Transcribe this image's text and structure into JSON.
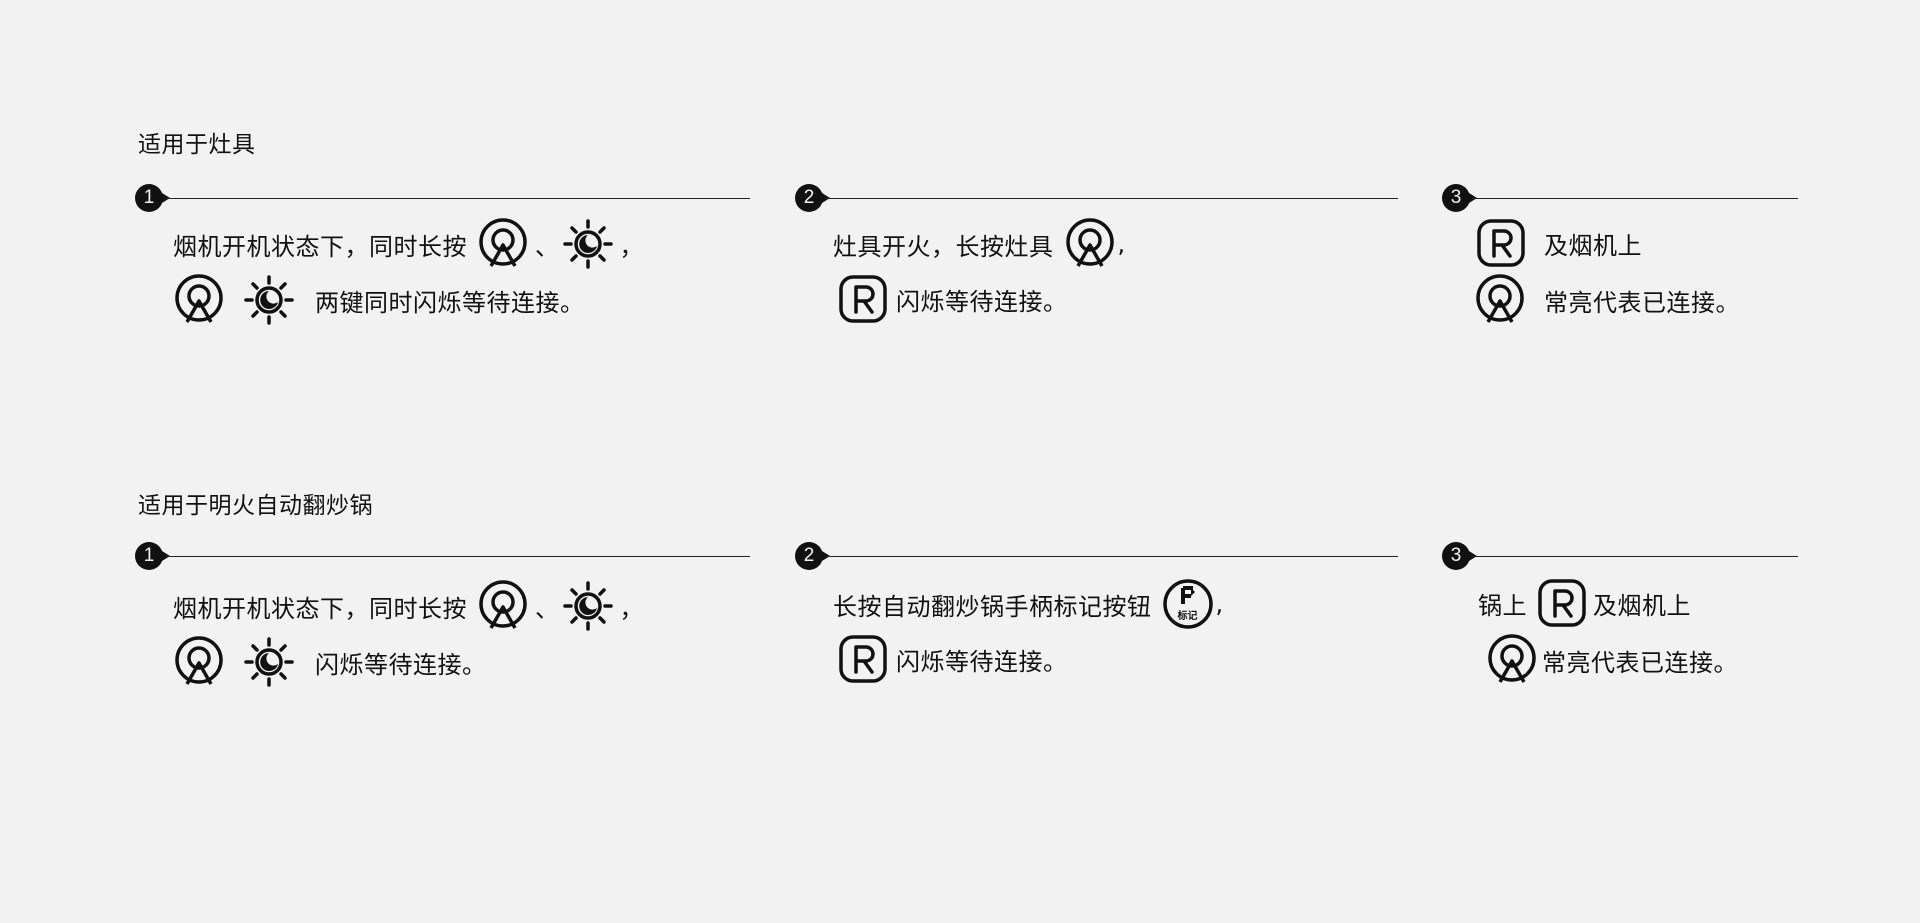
{
  "section1": {
    "title": "适用于灶具",
    "steps": [
      {
        "number": "1",
        "line1": {
          "text_a": "烟机开机状态下，同时长按",
          "sep": "、",
          "comma": "，"
        },
        "line2": {
          "text": "两键同时闪烁等待连接。"
        },
        "icons": [
          "stove-signal-icon",
          "light-moon-icon"
        ]
      },
      {
        "number": "2",
        "line1": {
          "text_a": "灶具开火，长按灶具",
          "comma": ","
        },
        "line2": {
          "text": "闪烁等待连接。"
        },
        "icons": [
          "stove-signal-icon",
          "r-logo-icon"
        ]
      },
      {
        "number": "3",
        "line1": {
          "text": "及烟机上"
        },
        "line2": {
          "text": "常亮代表已连接。"
        },
        "icons": [
          "r-logo-icon",
          "stove-signal-icon"
        ]
      }
    ]
  },
  "section2": {
    "title": "适用于明火自动翻炒锅",
    "steps": [
      {
        "number": "1",
        "line1": {
          "text_a": "烟机开机状态下，同时长按",
          "sep": "、",
          "comma": "，"
        },
        "line2": {
          "text": "闪烁等待连接。"
        },
        "icons": [
          "stove-signal-icon",
          "light-moon-icon"
        ]
      },
      {
        "number": "2",
        "line1": {
          "text_a": "长按自动翻炒锅手柄标记按钮",
          "comma": ","
        },
        "line2": {
          "text": "闪烁等待连接。"
        },
        "badge": "标记",
        "icons": [
          "mark-button-icon",
          "r-logo-icon"
        ]
      },
      {
        "number": "3",
        "line1": {
          "text_a": "锅上",
          "text_b": "及烟机上"
        },
        "line2": {
          "text": "常亮代表已连接。"
        },
        "icons": [
          "r-logo-icon",
          "stove-signal-icon"
        ]
      }
    ]
  }
}
